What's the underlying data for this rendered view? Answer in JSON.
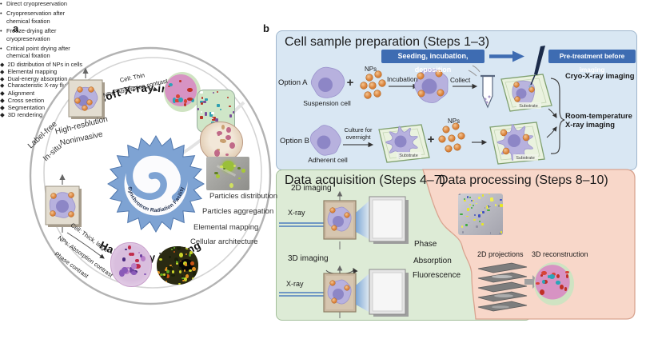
{
  "panel_a": {
    "label": "a",
    "arc_top": "Soft X-ray imaging",
    "arc_bottom": "Hard X-ray imaging",
    "center_text": "Synchrotron Radiation Facility",
    "props": [
      "Label-free",
      "In-situ",
      "High-resolution",
      "Noninvasive"
    ],
    "soft_notes": [
      "Cell: Thin",
      "NPs: Absorption contrast"
    ],
    "hard_notes": [
      "Cell: Thick, large",
      "NPs: Absorption contrast",
      "Phase contrast"
    ],
    "outputs": [
      "Particles distribution",
      "Particles aggregation",
      "Elemental mapping",
      "Cellular architecture"
    ]
  },
  "panel_b": {
    "label": "b",
    "prep": {
      "title": "Cell sample preparation (Steps 1–3)",
      "banner_flow": "Seeding, incubation, deposition",
      "banner_pre": "Pre-treatment before imaging",
      "option_a": "Option A",
      "option_b": "Option B",
      "suspension_cell": "Suspension cell",
      "adherent_cell": "Adherent cell",
      "nps": "NPs",
      "plus": "+",
      "incubation": "Incubation",
      "collect": "Collect",
      "culture_1": "Culture for",
      "culture_2": "overnight",
      "substrate": "Substrate",
      "cryo_title": "Cryo-X-ray imaging",
      "cryo_items": [
        "Direct cryopreservation",
        "Cryopreservation after chemical fixation"
      ],
      "room_title_1": "Room-temperature",
      "room_title_2": "X-ray imaging",
      "room_items": [
        "Freeze-drying after cryopreservation",
        "Critical point drying after chemical fixation"
      ],
      "bullet": "•"
    },
    "acq": {
      "title": "Data acquisition (Steps 4–7)",
      "mode_2d": "2D imaging",
      "mode_3d": "3D imaging",
      "xray": "X-ray",
      "signals": [
        "Phase",
        "Absorption",
        "Fluorescence"
      ]
    },
    "proc": {
      "title": "Data processing (Steps 8–10)",
      "diamond": "◆",
      "bullets": [
        "2D distribution of NPs in cells",
        "Elemental mapping",
        "Dual-energy absorption contrast",
        "Characteristic X-ray fluorescence lines"
      ],
      "projections": "2D projections",
      "reconstruction": "3D reconstruction",
      "recon_bullets": [
        "Alignment",
        "Cross section",
        "Segmentation",
        "3D rendering"
      ]
    }
  },
  "colors": {
    "banner_blue": "#3e6cb2",
    "prep_bg": "#d9e7f3",
    "acq_bg": "#ddebd6",
    "proc_bg": "#f8d7c9",
    "gear_blue": "#7ea3d3",
    "cell_purple": "#b7b1de",
    "np_orange": "#e3924e"
  }
}
